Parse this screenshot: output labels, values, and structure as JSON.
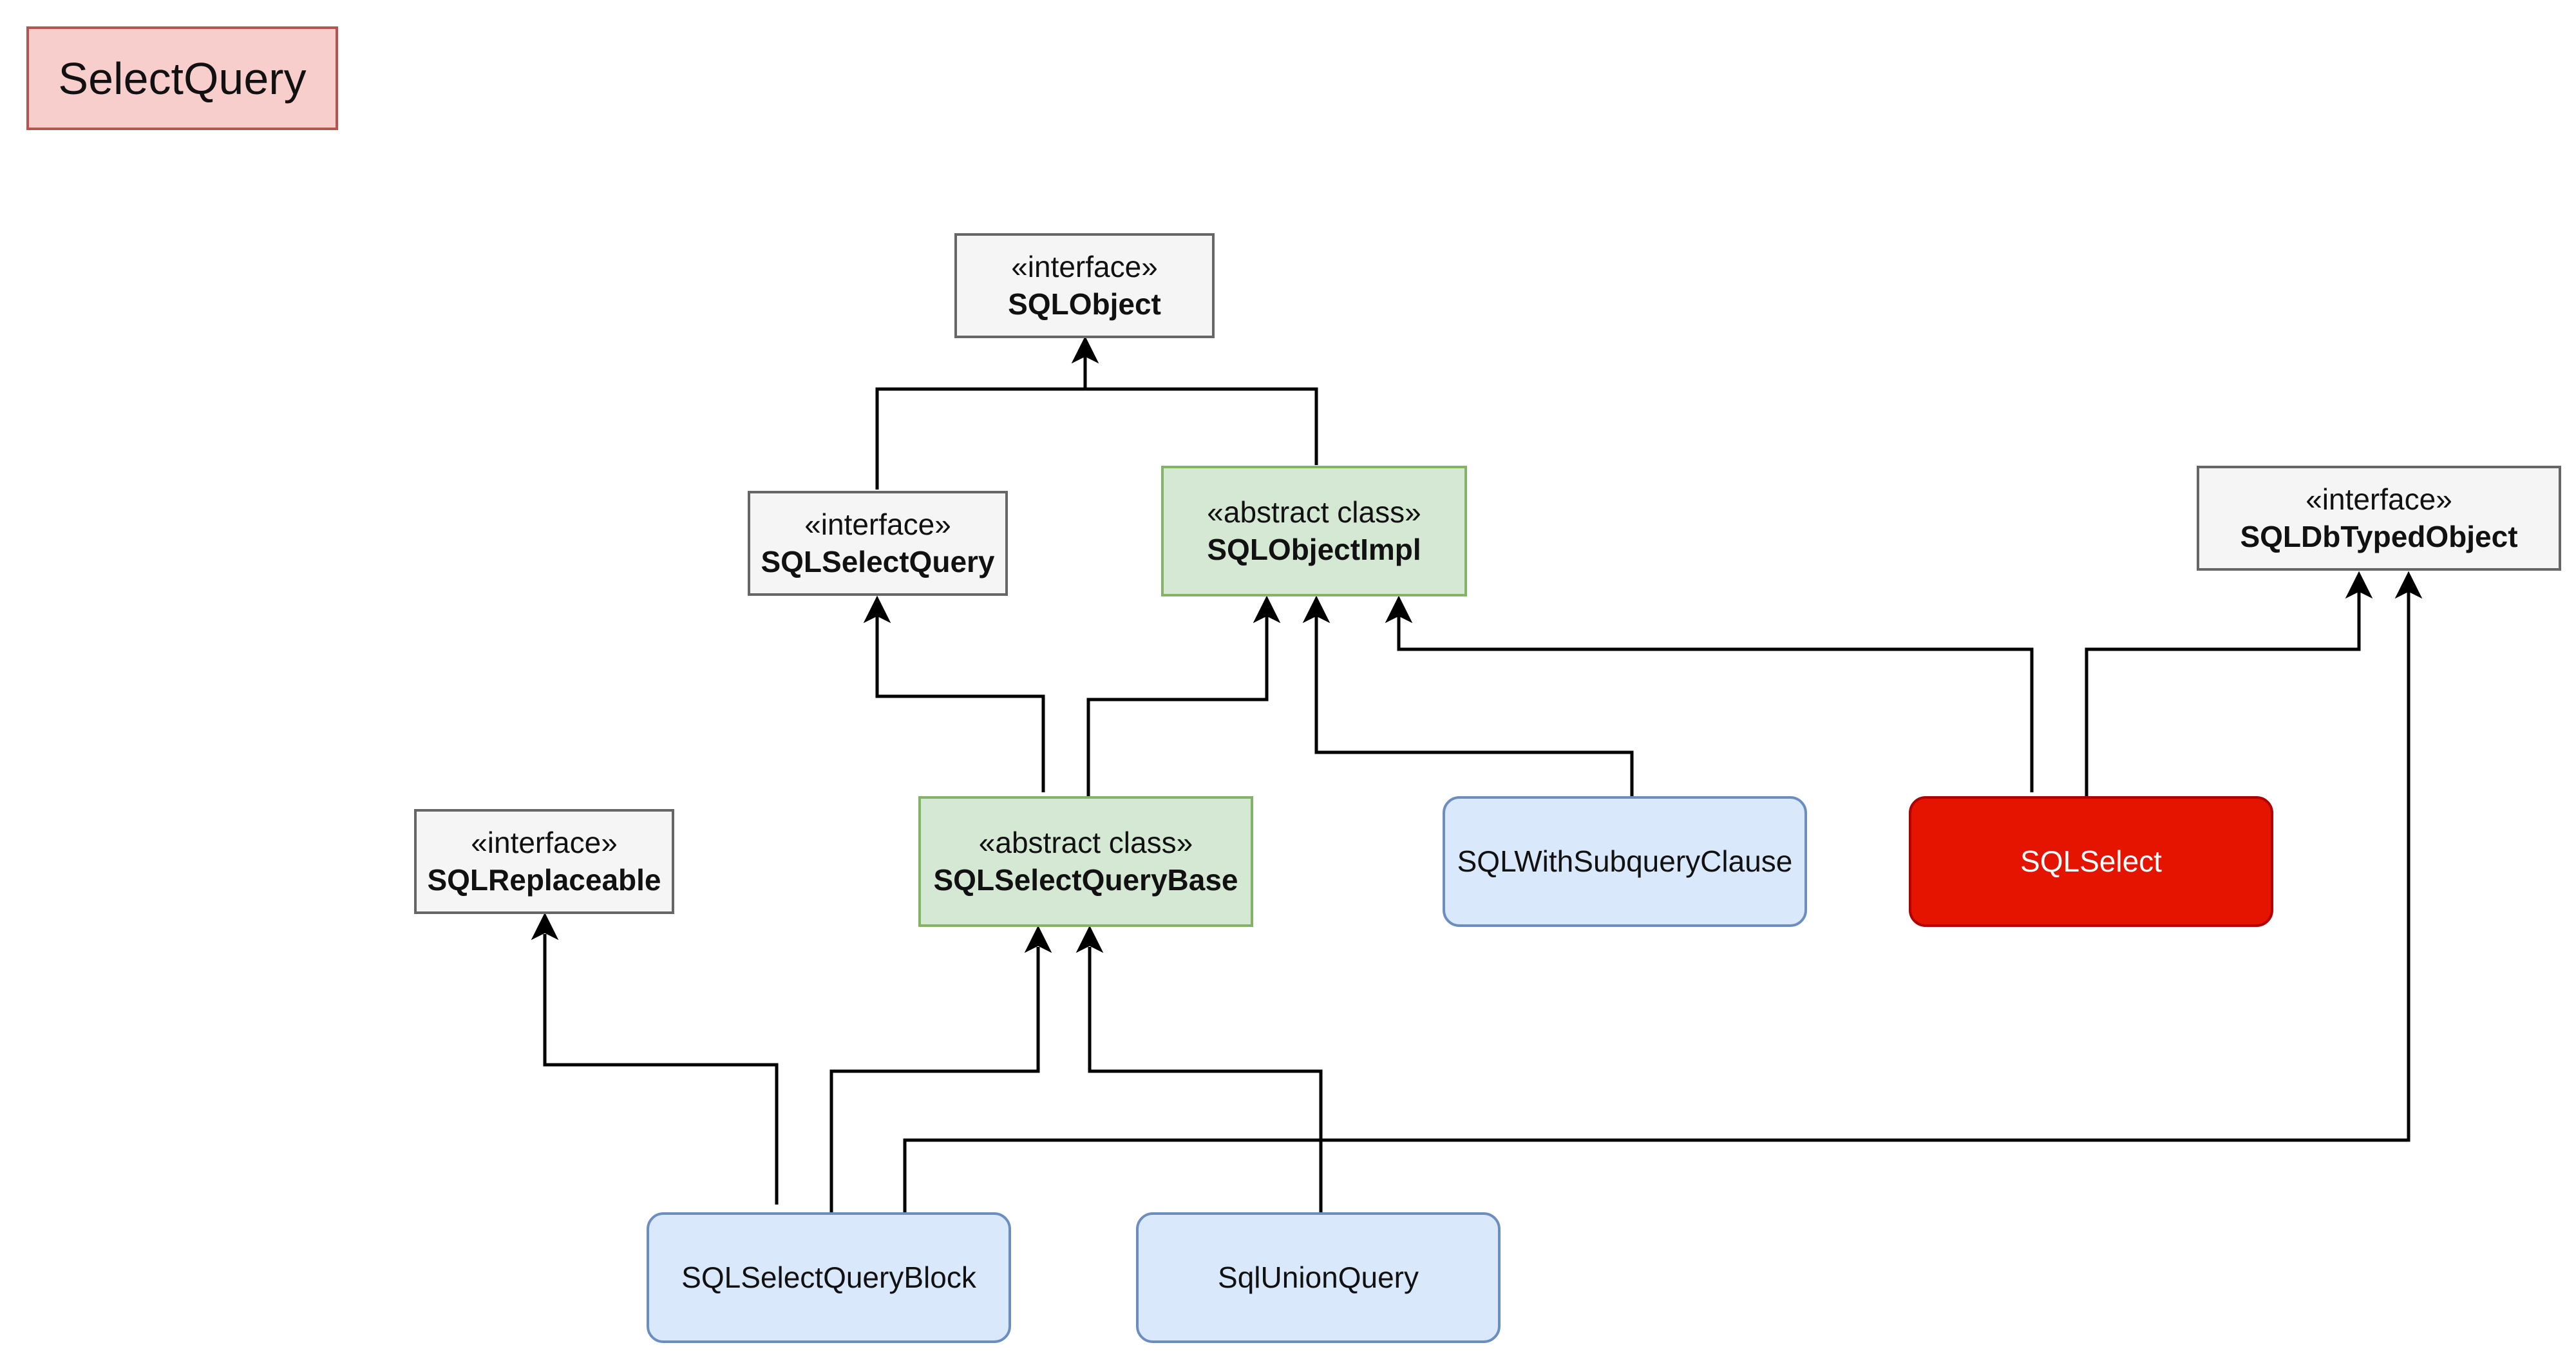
{
  "title": "SelectQuery",
  "nodes": {
    "sql_object": {
      "stereotype": "«interface»",
      "name": "SQLObject"
    },
    "sql_select_query": {
      "stereotype": "«interface»",
      "name": "SQLSelectQuery"
    },
    "sql_object_impl": {
      "stereotype": "«abstract class»",
      "name": "SQLObjectImpl"
    },
    "sql_db_typed_object": {
      "stereotype": "«interface»",
      "name": "SQLDbTypedObject"
    },
    "sql_replaceable": {
      "stereotype": "«interface»",
      "name": "SQLReplaceable"
    },
    "sql_select_query_base": {
      "stereotype": "«abstract class»",
      "name": "SQLSelectQueryBase"
    },
    "sql_with_subquery_clause": {
      "name": "SQLWithSubqueryClause"
    },
    "sql_select": {
      "name": "SQLSelect"
    },
    "sql_select_query_block": {
      "name": "SQLSelectQueryBlock"
    },
    "sql_union_query": {
      "name": "SqlUnionQuery"
    }
  },
  "colors": {
    "interface_fill": "#f5f5f5",
    "interface_stroke": "#666666",
    "abstract_fill": "#d5e8d4",
    "abstract_stroke": "#82b366",
    "class_fill": "#dae8fc",
    "class_stroke": "#6c8ebf",
    "highlight_fill": "#e51400",
    "title_fill": "#f8cecc",
    "edge": "#000000"
  }
}
